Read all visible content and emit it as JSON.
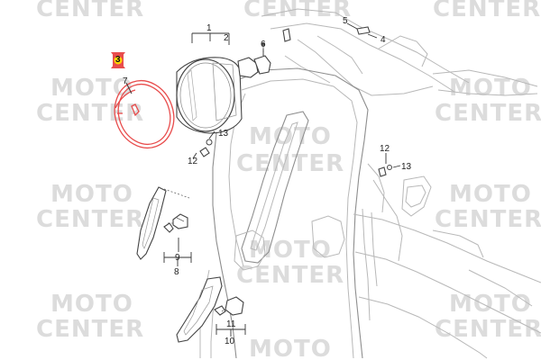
{
  "watermark": {
    "line1": "MOTO",
    "line2": "CENTER"
  },
  "callouts": {
    "c1": "1",
    "c2": "2",
    "c3": "3",
    "c4": "4",
    "c5": "5",
    "c6": "6",
    "c7": "7",
    "c8": "8",
    "c9": "9",
    "c10": "10",
    "c11": "11",
    "c12a": "12",
    "c12b": "12",
    "c13a": "13",
    "c13b": "13"
  },
  "colors": {
    "highlight": "#e84c4c",
    "marker": "#ffd400"
  }
}
